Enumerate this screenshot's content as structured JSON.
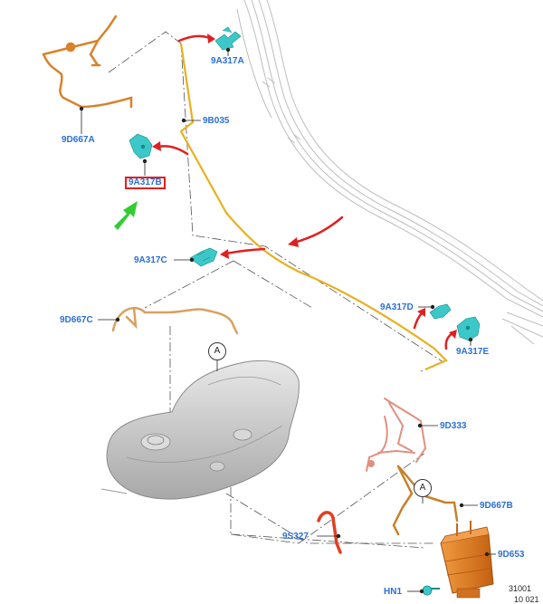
{
  "callouts": {
    "a9d667a": "9D667A",
    "a9a317a": "9A317A",
    "a9b035": "9B035",
    "a9a317b": "9A317B",
    "a9a317c": "9A317C",
    "a9d667c": "9D667C",
    "a9a317d": "9A317D",
    "a9a317e": "9A317E",
    "a9d333": "9D333",
    "a9d667b": "9D667B",
    "a9s327": "9S327",
    "a9d653": "9D653",
    "ahn1": "HN1"
  },
  "detail_marker": "A",
  "figure_ref": "31001",
  "figure_ref_2": "10 021",
  "colors": {
    "callout_text": "#2a6fd6",
    "highlight_box": "#e02020",
    "arrow_red": "#e02020",
    "arrow_green": "#33cc33",
    "pipe_yellow": "#e8b020",
    "hose_orange": "#d9822b",
    "hose_salmon": "#e09080",
    "canister_orange": "#e07a20",
    "clip_cyan": "#3cc8c8"
  }
}
